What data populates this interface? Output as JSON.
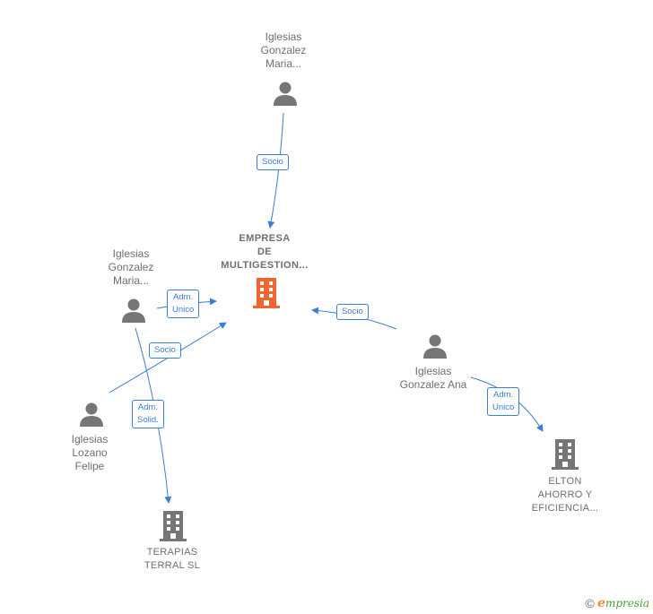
{
  "nodes": {
    "person_top": [
      "Iglesias",
      "Gonzalez",
      "Maria..."
    ],
    "person_left": [
      "Iglesias",
      "Gonzalez",
      "Maria..."
    ],
    "person_lozano": [
      "Iglesias",
      "Lozano",
      "Felipe"
    ],
    "person_ana": [
      "Iglesias",
      "Gonzalez Ana"
    ],
    "company_main": [
      "EMPRESA",
      "DE",
      "MULTIGESTION..."
    ],
    "company_terapias": [
      "TERAPIAS",
      "TERRAL  SL"
    ],
    "company_elton": [
      "ELTON",
      "AHORRO Y",
      "EFICIENCIA..."
    ]
  },
  "edges": {
    "top_socio": [
      "Socio"
    ],
    "left_adm_unico": [
      "Adm.",
      "Unico"
    ],
    "lozano_socio": [
      "Socio"
    ],
    "left_adm_solid": [
      "Adm.",
      "Solid."
    ],
    "ana_socio": [
      "Socio"
    ],
    "ana_adm_unico": [
      "Adm.",
      "Unico"
    ]
  },
  "footer": {
    "copyright": "©",
    "brand_initial": "e",
    "brand_rest": "mpresia"
  },
  "colors": {
    "edge": "#3b7dd8",
    "person_icon": "#767676",
    "company_main": "#f26430",
    "company_other": "#767676",
    "text": "#6f6f6f"
  }
}
